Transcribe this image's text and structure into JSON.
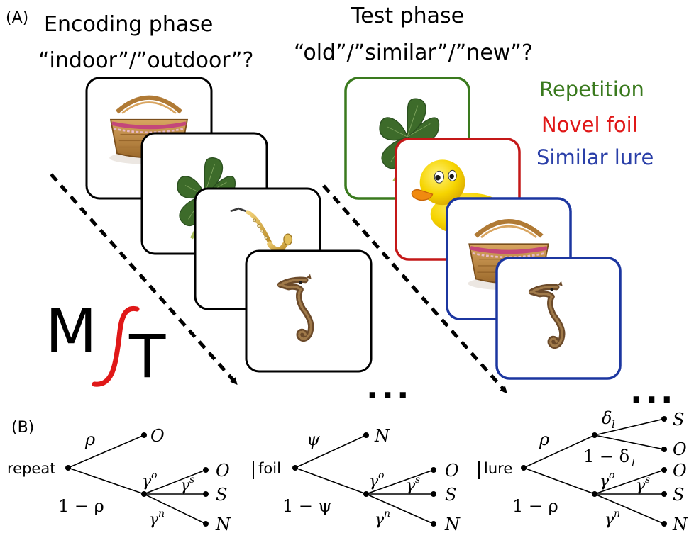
{
  "panel_a": {
    "label": "(A)",
    "encoding": {
      "title": "Encoding phase",
      "question": "“indoor”/”outdoor”?",
      "images": [
        "picnic-basket",
        "four-leaf-clover",
        "saxophone",
        "seahorse"
      ]
    },
    "test": {
      "title": "Test phase",
      "question": "“old”/”similar”/”new”?",
      "images": [
        "four-leaf-clover",
        "rubber-duck",
        "picnic-basket",
        "seahorse"
      ]
    },
    "legend": [
      {
        "label": "Repetition",
        "color": "#3a7a1e"
      },
      {
        "label": "Novel foil",
        "color": "#e01818"
      },
      {
        "label": "Similar lure",
        "color": "#2a3fa8"
      }
    ],
    "logo_text": "MST",
    "ellipsis": "..."
  },
  "panel_b": {
    "label": "(B)",
    "trees": [
      {
        "root": "repeat",
        "upper_prob": "ρ",
        "lower_prob": "1 − ρ",
        "upper_leaf": "O",
        "gamma_o": "γ",
        "gamma_o_sup": "o",
        "gamma_s": "γ",
        "gamma_s_sup": "s",
        "gamma_n": "γ",
        "gamma_n_sup": "n",
        "leaves": [
          "O",
          "S",
          "N"
        ]
      },
      {
        "root": "foil",
        "upper_prob": "ψ",
        "lower_prob": "1 − ψ",
        "upper_leaf": "N",
        "gamma_o": "γ",
        "gamma_o_sup": "o",
        "gamma_s": "γ",
        "gamma_s_sup": "s",
        "gamma_n": "γ",
        "gamma_n_sup": "n",
        "leaves": [
          "O",
          "S",
          "N"
        ]
      },
      {
        "root": "lure",
        "upper_prob": "ρ",
        "lower_prob": "1 − ρ",
        "delta": "δ",
        "delta_sub": "l",
        "one_minus_delta": "1 − δ",
        "one_minus_delta_sub": "l",
        "upper_leaves": [
          "S",
          "O"
        ],
        "gamma_o": "γ",
        "gamma_o_sup": "o",
        "gamma_s": "γ",
        "gamma_s_sup": "s",
        "gamma_n": "γ",
        "gamma_n_sup": "n",
        "leaves": [
          "O",
          "S",
          "N"
        ]
      }
    ]
  },
  "colors": {
    "repetition": "#3a7a1e",
    "foil": "#c41818",
    "lure": "#1c36a0",
    "logo_curve": "#e01818"
  }
}
